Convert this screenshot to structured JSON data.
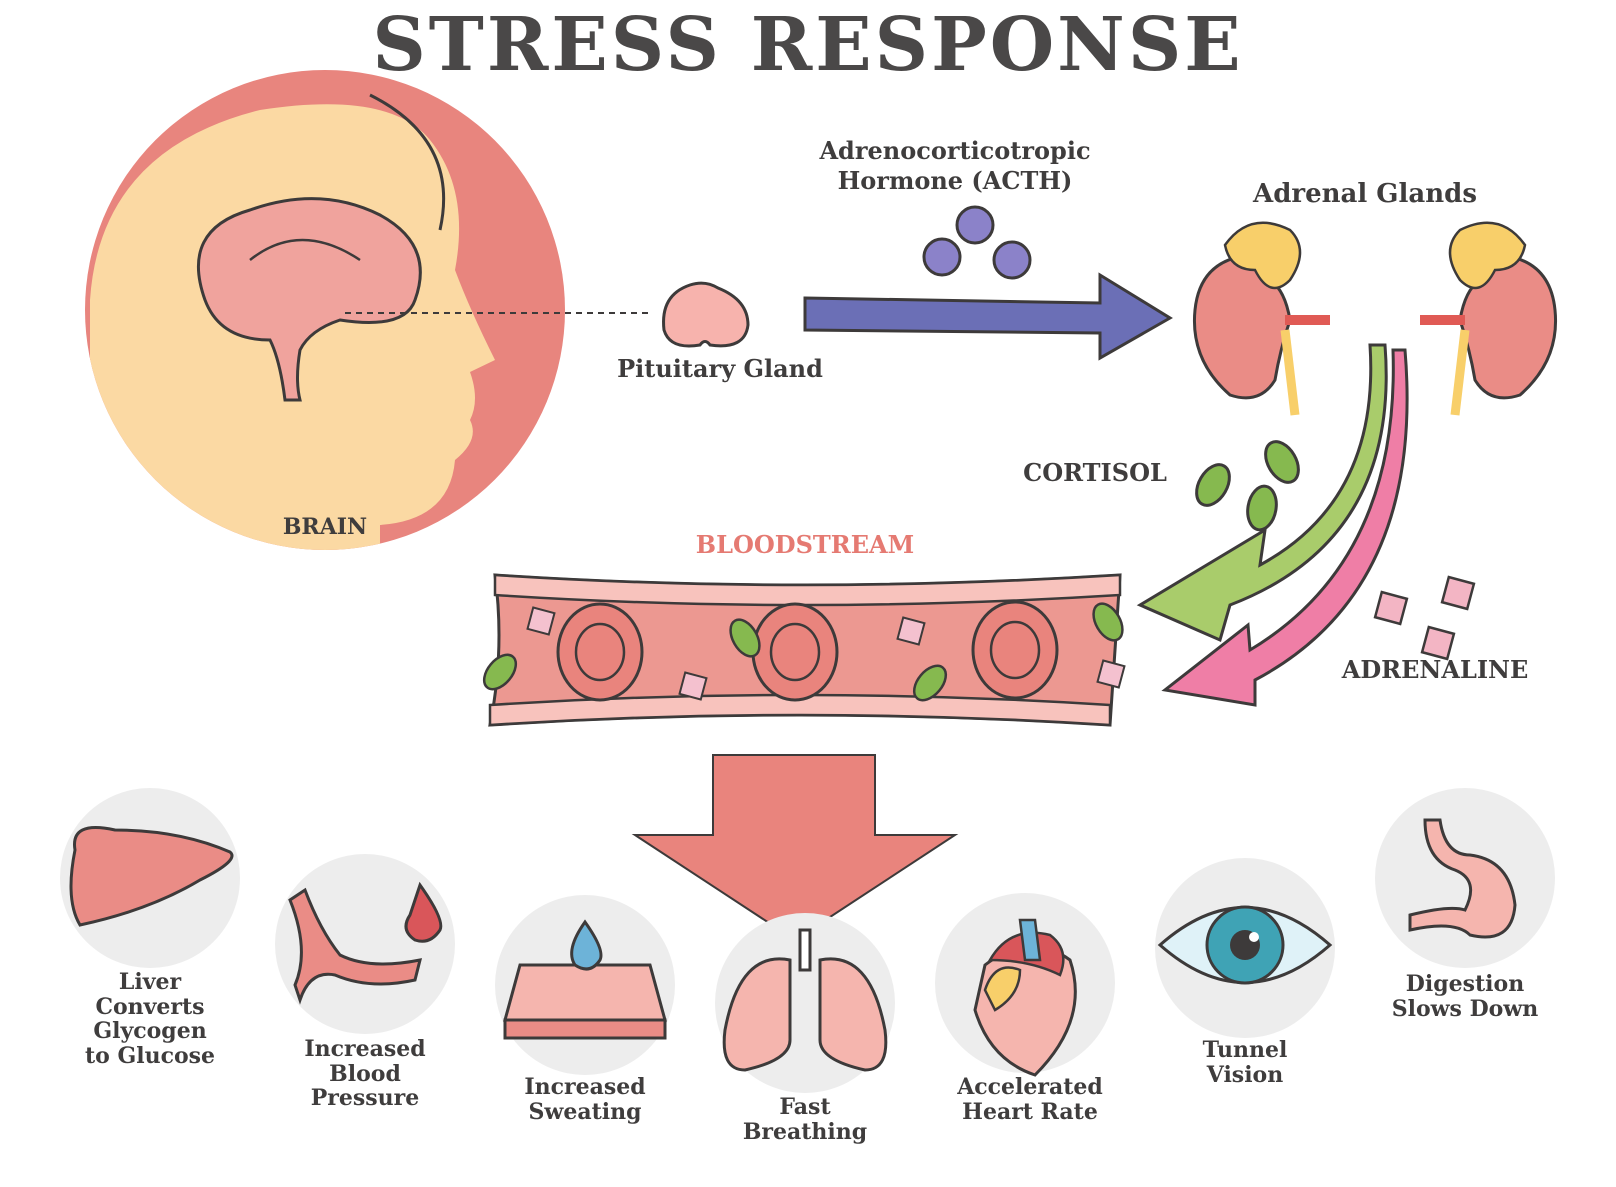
{
  "title": "STRESS RESPONSE",
  "labels": {
    "brain": "BRAIN",
    "pituitary": "Pituitary Gland",
    "acth_line1": "Adrenocorticotropic",
    "acth_line2": "Hormone (ACTH)",
    "adrenal": "Adrenal Glands",
    "cortisol": "CORTISOL",
    "bloodstream": "BLOODSTREAM",
    "adrenaline": "ADRENALINE"
  },
  "effects": [
    {
      "icon": "liver-icon",
      "lines": [
        "Liver",
        "Converts",
        "Glycogen",
        "to Glucose"
      ]
    },
    {
      "icon": "blood-vessel-icon",
      "lines": [
        "Increased",
        "Blood",
        "Pressure"
      ]
    },
    {
      "icon": "sweat-drop-icon",
      "lines": [
        "Increased",
        "Sweating"
      ]
    },
    {
      "icon": "lungs-icon",
      "lines": [
        "Fast",
        "Breathing"
      ]
    },
    {
      "icon": "heart-icon",
      "lines": [
        "Accelerated",
        "Heart Rate"
      ]
    },
    {
      "icon": "eye-icon",
      "lines": [
        "Tunnel",
        "Vision"
      ]
    },
    {
      "icon": "stomach-icon",
      "lines": [
        "Digestion",
        "Slows Down"
      ]
    }
  ],
  "colors": {
    "title": "#4a4848",
    "text": "#3f3d3d",
    "brain_bg": "#e8857e",
    "head_skin": "#fbd9a3",
    "pink": "#f2a6a0",
    "vessel": "#ec9891",
    "acth_arrow": "#6b6fb6",
    "cortisol_green": "#a9cc6b",
    "adrenaline_pink": "#ef7ea6",
    "bloodstream_label": "#e57a72",
    "adrenal_yellow": "#f8cf6a",
    "circle_bg": "#ededed"
  }
}
